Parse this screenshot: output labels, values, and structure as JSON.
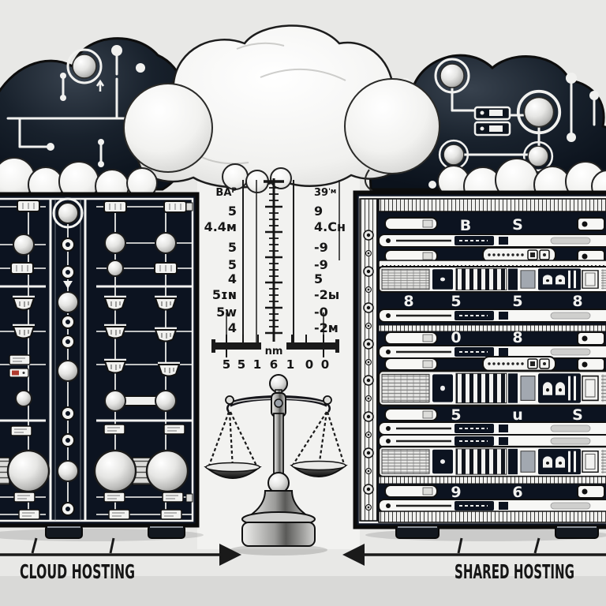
{
  "labels": {
    "cloud_hosting": "CLOUD HOSTING",
    "shared_hosting": "SHARED HOSTING"
  },
  "gauge": {
    "header_left_main": "BA",
    "header_left_sup": "P",
    "header_right_main": "39",
    "header_right_sup": "'м",
    "left_values": [
      "5",
      "4.4м",
      "5",
      "5",
      "4",
      "5ɪɴ",
      "5w",
      "4"
    ],
    "right_values": [
      "9",
      "4.Cн",
      "-9",
      "-9",
      "5",
      "-2ы",
      "-0",
      "-2м"
    ],
    "bottom_values": [
      "5",
      "5",
      "1",
      "6",
      "1",
      "0",
      "0"
    ],
    "unit": "nm"
  },
  "rack": {
    "row_top_glyphs": [
      "B",
      "S"
    ],
    "row_mid_glyphs": [
      "8",
      "5",
      "5",
      "8"
    ],
    "row_mid2_glyphs": [
      "0",
      "8"
    ],
    "row_low_glyphs": [
      "5",
      "u",
      "S"
    ],
    "row_bottom_glyphs": [
      "9",
      "6"
    ]
  },
  "icons": {
    "cloud_left": "dark-circuit-cloud-icon",
    "cloud_center": "white-cloud-icon",
    "cloud_right": "dark-circuit-cloud-icon",
    "balance": "balance-scale-icon",
    "left_axis": "arrow-right-icon",
    "right_axis": "arrow-left-icon",
    "left_panel": "slider-control-rack",
    "right_panel": "server-rack"
  },
  "colors": {
    "background": "#e8e8e6",
    "background_bottom": "#d9d9d7",
    "panel_dark": "#0c1320",
    "paper": "#f6f6f4",
    "ink": "#161616",
    "accent_red": "#b03a2e"
  }
}
